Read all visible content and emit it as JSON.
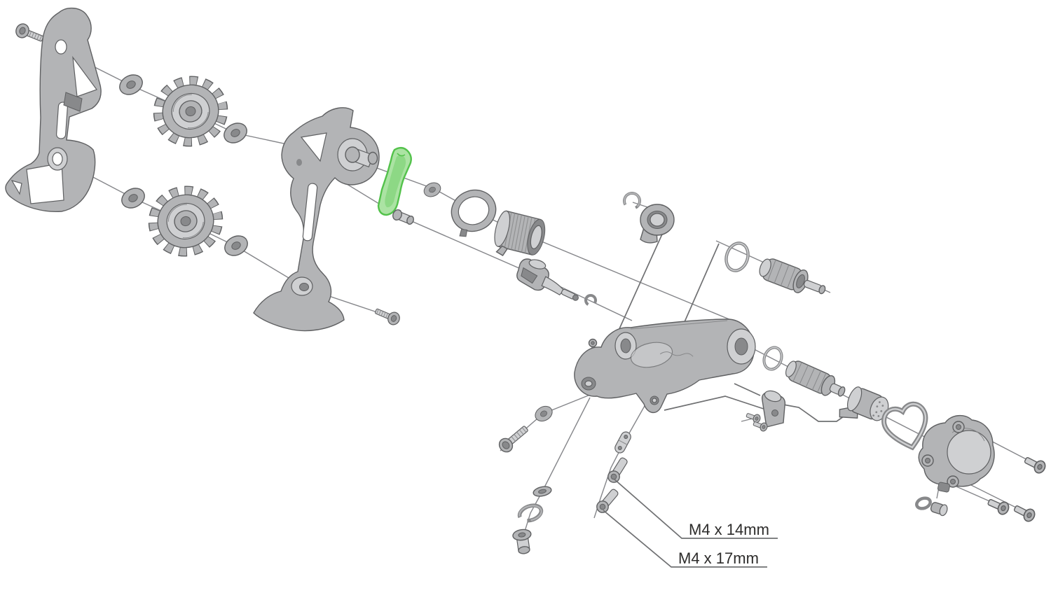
{
  "diagram": {
    "type": "exploded-parts-diagram",
    "subject": "bicycle rear derailleur exploded view",
    "highlighted_part": "stopper-plate",
    "labels": {
      "screw_14": "M4 x 14mm",
      "screw_17": "M4 x 17mm"
    }
  },
  "colors": {
    "part_fill": "#b3b4b6",
    "part_fill_light": "#cfd0d2",
    "part_fill_dark": "#88898b",
    "part_outline": "#5f6062",
    "axis_line": "#85868a",
    "leader_line": "#6f7072",
    "label_text": "#2d2c2b",
    "highlight_fill": "#abe3a3",
    "highlight_stroke": "#53c24b",
    "highlight_shade": "#74cf6d",
    "background": "#ffffff"
  },
  "parts": [
    {
      "name": "cage-plate-bolt-a",
      "highlighted": false
    },
    {
      "name": "outer-cage-plate",
      "highlighted": false
    },
    {
      "name": "pulley-washer",
      "qty": 4,
      "highlighted": false
    },
    {
      "name": "guide-pulley",
      "highlighted": false
    },
    {
      "name": "tension-pulley",
      "highlighted": false
    },
    {
      "name": "inner-cage-plate",
      "highlighted": false
    },
    {
      "name": "cage-plate-bolt-b",
      "highlighted": false
    },
    {
      "name": "stopper-plate",
      "highlighted": true
    },
    {
      "name": "stopper-plate-bolt",
      "highlighted": false
    },
    {
      "name": "b-washer",
      "highlighted": false
    },
    {
      "name": "cage-lock-ring",
      "highlighted": false
    },
    {
      "name": "cage-tension-spring",
      "highlighted": false
    },
    {
      "name": "clutch-lever",
      "highlighted": false
    },
    {
      "name": "lever-e-clip",
      "highlighted": false
    },
    {
      "name": "snap-ring",
      "highlighted": false
    },
    {
      "name": "cage-pivot-bearing",
      "highlighted": false
    },
    {
      "name": "o-ring-a",
      "highlighted": false
    },
    {
      "name": "bushing-a",
      "highlighted": false
    },
    {
      "name": "main-bracket-body",
      "highlighted": false
    },
    {
      "name": "switch-screw",
      "highlighted": false
    },
    {
      "name": "bracket-pivot-bolt",
      "highlighted": false
    },
    {
      "name": "pivot-washer",
      "highlighted": false
    },
    {
      "name": "flat-washer",
      "highlighted": false
    },
    {
      "name": "lock-washer",
      "highlighted": false
    },
    {
      "name": "bracket-sleeve-nut",
      "highlighted": false
    },
    {
      "name": "cable-link",
      "highlighted": false
    },
    {
      "name": "fixing-screw-m4x14",
      "label": "M4 x 14mm",
      "highlighted": false
    },
    {
      "name": "fixing-screw-m4x17",
      "label": "M4 x 17mm",
      "highlighted": false
    },
    {
      "name": "o-ring-b",
      "highlighted": false
    },
    {
      "name": "bushing-b",
      "highlighted": false
    },
    {
      "name": "cable-clamp-bracket",
      "highlighted": false
    },
    {
      "name": "ratchet-drum",
      "highlighted": false
    },
    {
      "name": "cover-gasket",
      "highlighted": false
    },
    {
      "name": "motor-cover-unit",
      "highlighted": false
    },
    {
      "name": "cable-grommet",
      "highlighted": false
    },
    {
      "name": "cover-screw",
      "qty": 3,
      "highlighted": false
    }
  ]
}
